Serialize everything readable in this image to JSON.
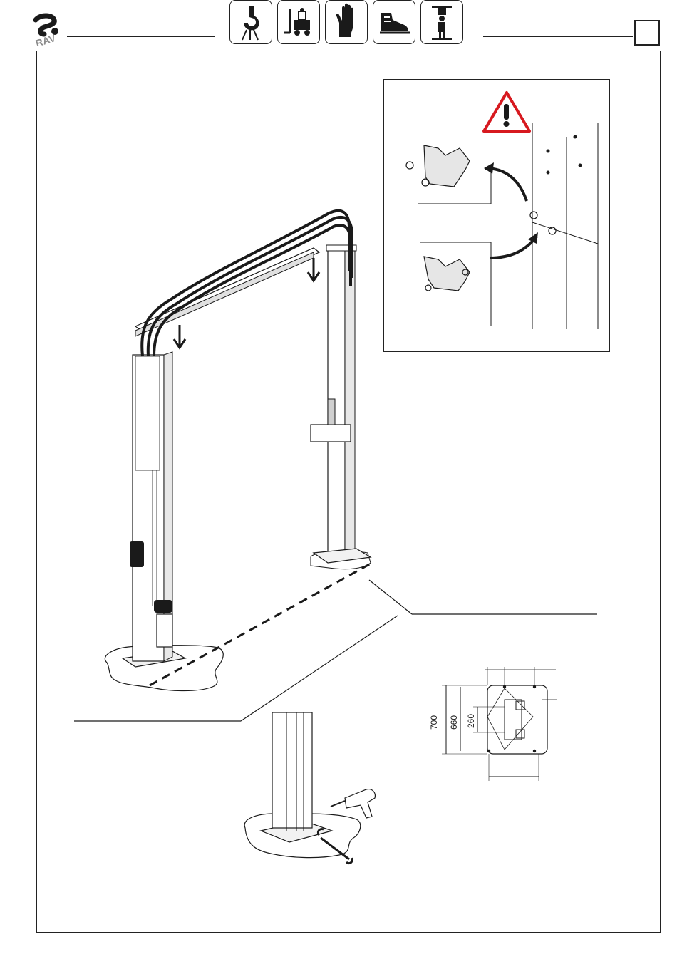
{
  "header": {
    "icons": [
      {
        "name": "crane-hook-icon"
      },
      {
        "name": "forklift-icon"
      },
      {
        "name": "safety-gloves-icon"
      },
      {
        "name": "safety-shoes-icon"
      },
      {
        "name": "operator-training-icon"
      }
    ]
  },
  "foundation_plan": {
    "dim_outer": "700",
    "dim_middle": "660",
    "dim_inner": "260"
  },
  "colors": {
    "warning_red": "#d7191f",
    "line": "#1a1a1a"
  }
}
